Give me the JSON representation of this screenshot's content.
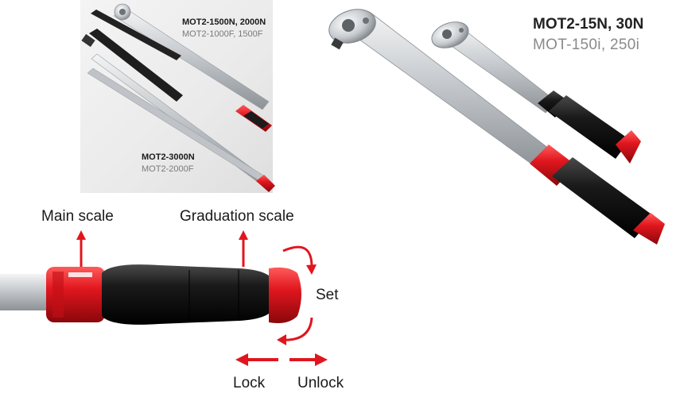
{
  "models": {
    "small_title": "MOT2-15N, 30N",
    "small_subtitle": "MOT-150i, 250i",
    "large1_title": "MOT2-1500N, 2000N",
    "large1_subtitle": "MOT2-1000F, 1500F",
    "large2_title": "MOT2-3000N",
    "large2_subtitle": "MOT2-2000F"
  },
  "diagram": {
    "main_scale": "Main scale",
    "graduation_scale": "Graduation scale",
    "set": "Set",
    "lock": "Lock",
    "unlock": "Unlock"
  },
  "colors": {
    "accent_red": "#e0161e",
    "grip_black": "#1c1c1c",
    "steel": "#c9cdd1"
  }
}
